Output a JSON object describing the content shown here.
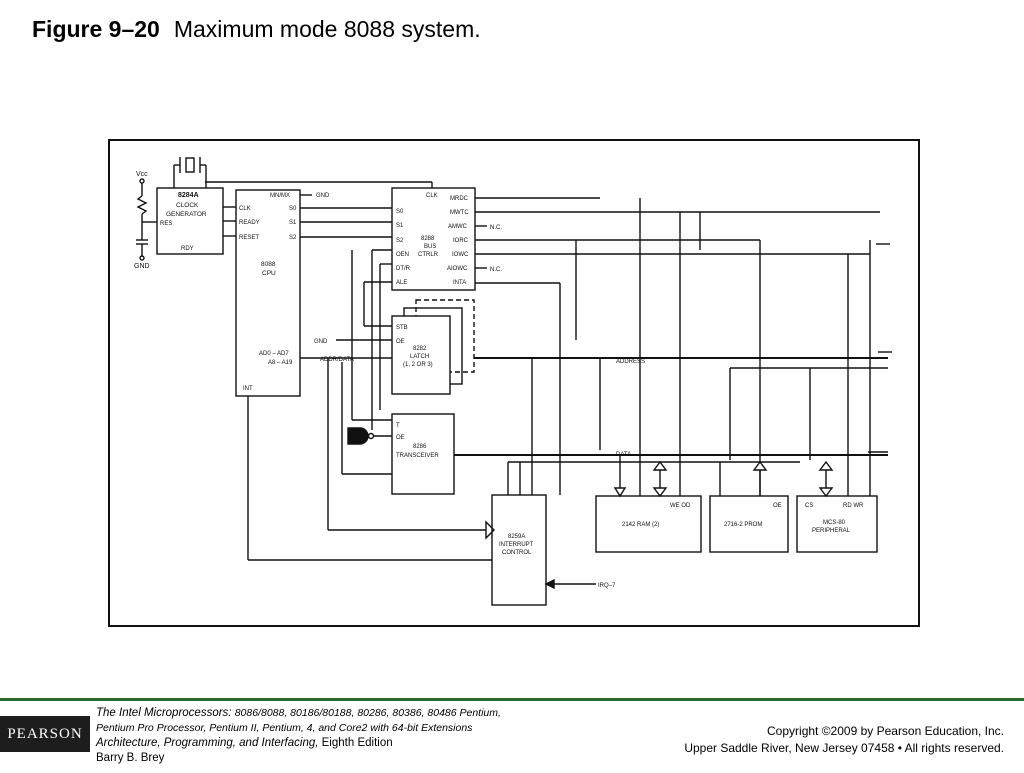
{
  "title": {
    "figure_number": "Figure 9–20",
    "caption": "Maximum mode 8088 system."
  },
  "diagram": {
    "power": {
      "vcc": "Vcc",
      "gnd": "GND"
    },
    "clock_gen": {
      "part": "8284A",
      "line1": "CLOCK",
      "line2": "GENERATOR",
      "pin_res": "RES",
      "pin_rdy": "RDY"
    },
    "cpu": {
      "part": "8088",
      "name": "CPU",
      "pin_mn": "MN/MX",
      "pin_clk": "CLK",
      "pin_ready": "READY",
      "pin_reset": "RESET",
      "pin_s0": "S0",
      "pin_s1": "S1",
      "pin_s2": "S2",
      "pin_ad": "AD0 – AD7",
      "pin_a": "A8 – A19",
      "pin_int": "INT",
      "gnd_label": "GND"
    },
    "bus_ctrl": {
      "part": "8288",
      "line1": "BUS",
      "line2": "CTRLR",
      "pin_clk": "CLK",
      "pin_s0": "S0",
      "pin_s1": "S1",
      "pin_s2": "S2",
      "pin_oen": "OEN",
      "pin_dtr": "DT/R",
      "pin_ale": "ALE",
      "pin_mrdc": "MRDC",
      "pin_mwtc": "MWTC",
      "pin_amwc": "AMWC",
      "pin_iorc": "IORC",
      "pin_iowc": "IOWC",
      "pin_aiowc": "AIOWC",
      "pin_inta": "INTA",
      "nc1": "N.C.",
      "nc2": "N.C."
    },
    "latch": {
      "part": "8282",
      "line1": "LATCH",
      "line2": "(1, 2 OR 3)",
      "pin_stb": "STB",
      "pin_oe": "OE"
    },
    "gnd_latch": "GND",
    "addr_data_label": "ADDR/DATA",
    "address_label": "ADDRESS",
    "data_label": "DATA",
    "transceiver": {
      "part": "8286",
      "line1": "TRANSCEIVER",
      "pin_t": "T",
      "pin_oe": "OE"
    },
    "pic": {
      "part": "8259A",
      "line1": "INTERRUPT",
      "line2": "CONTROL",
      "irq": "IRQ–7"
    },
    "ram": {
      "label": "2142 RAM (2)",
      "pins": "WE  OD"
    },
    "eprom": {
      "label": "2716-2 PROM",
      "pins": "OE"
    },
    "peripheral": {
      "line1": "MCS-80",
      "line2": "PERIPHERAL",
      "pin_cs": "CS",
      "pins": "RD WR"
    }
  },
  "footer": {
    "logo": "PEARSON",
    "book_title": "The Intel Microprocessors:",
    "book_subtitle_1": "8086/8088, 80186/80188, 80286, 80386, 80486 Pentium,",
    "book_subtitle_2": "Pentium Pro Processor, Pentium II, Pentium, 4, and Core2 with 64-bit Extensions",
    "book_subtitle_3": "Architecture, Programming, and Interfacing,",
    "edition": "Eighth Edition",
    "author": "Barry B. Brey",
    "copyright": "Copyright ©2009 by Pearson Education, Inc.",
    "publisher": "Upper Saddle River, New Jersey 07458 • All rights reserved."
  }
}
